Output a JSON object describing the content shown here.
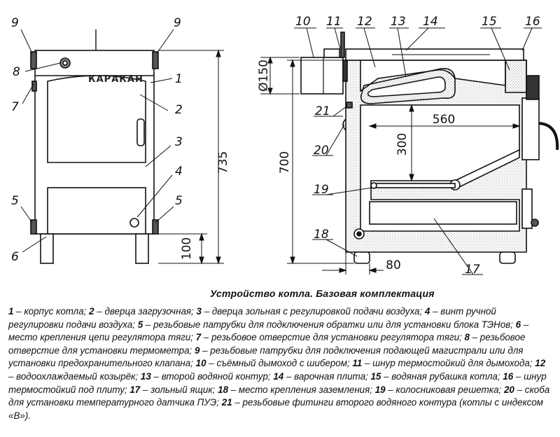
{
  "brand_plate": "КАРАКАН",
  "dimensions": {
    "overall_height": "735",
    "leg_height": "100",
    "flue_diameter": "Ø150",
    "body_height": "700",
    "firebox_depth": "560",
    "firebox_height": "300",
    "rear_offset": "80"
  },
  "callouts": {
    "front_view": [
      "9",
      "9",
      "8",
      "1",
      "7",
      "2",
      "3",
      "4",
      "5",
      "5",
      "6"
    ],
    "section_view": [
      "10",
      "11",
      "12",
      "13",
      "14",
      "15",
      "16",
      "21",
      "20",
      "19",
      "18",
      "17"
    ]
  },
  "caption": "Устройство котла. Базовая комплектация",
  "legend": [
    {
      "num": "1",
      "text": " – корпус котла; "
    },
    {
      "num": "2",
      "text": " – дверца загрузочная; "
    },
    {
      "num": "3",
      "text": " – дверца зольная с регулировкой подачи воздуха; "
    },
    {
      "num": "4",
      "text": " – винт ручной регулировки подачи воздуха; "
    },
    {
      "num": "5",
      "text": " – резьбовые патрубки для подключения обратки или для установки блока ТЭНов; "
    },
    {
      "num": "6",
      "text": " – место крепления цепи регулятора тяги; "
    },
    {
      "num": "7",
      "text": " – резьбовое отверстие для установки регулятора тяги; "
    },
    {
      "num": "8",
      "text": " – резьбовое отверстие для установки термометра; "
    },
    {
      "num": "9",
      "text": " – резьбовые патрубки для подключения подающей магистрали или для установки предохранительного клапана; "
    },
    {
      "num": "10",
      "text": " – съёмный дымоход с шибером; "
    },
    {
      "num": "11",
      "text": " – шнур термостойкий для дымохода; "
    },
    {
      "num": "12",
      "text": " – водоохлаждаемый козырёк; "
    },
    {
      "num": "13",
      "text": " – второй водяной контур; "
    },
    {
      "num": "14",
      "text": " – варочная плита; "
    },
    {
      "num": "15",
      "text": " – водяная рубашка котла; "
    },
    {
      "num": "16",
      "text": " – шнур термостойкий под плиту; "
    },
    {
      "num": "17",
      "text": " – зольный ящик; "
    },
    {
      "num": "18",
      "text": " – место крепления заземления; "
    },
    {
      "num": "19",
      "text": " – колосниковая решетка; "
    },
    {
      "num": "20",
      "text": " – скоба для установки температурного датчика ПУЭ; "
    },
    {
      "num": "21",
      "text": " – резьбовые фитинги второго водяного контура (котлы с индексом «В»)."
    }
  ]
}
